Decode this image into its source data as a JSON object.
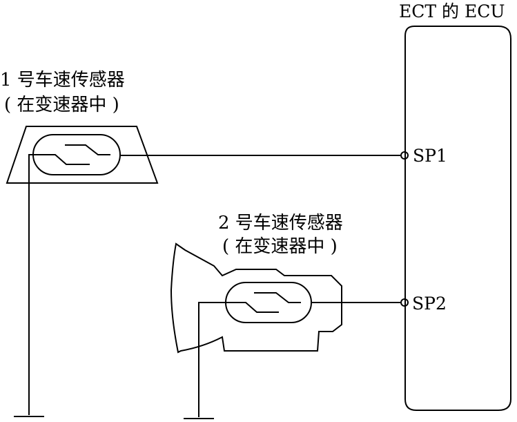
{
  "ecu": {
    "title": "ECT 的 ECU",
    "pins": [
      "SP1",
      "SP2"
    ]
  },
  "sensor1": {
    "title": "1 号车速传感器",
    "subtitle": "( 在变速器中 )"
  },
  "sensor2": {
    "title": "2 号车速传感器",
    "subtitle": "( 在变速器中 )"
  }
}
